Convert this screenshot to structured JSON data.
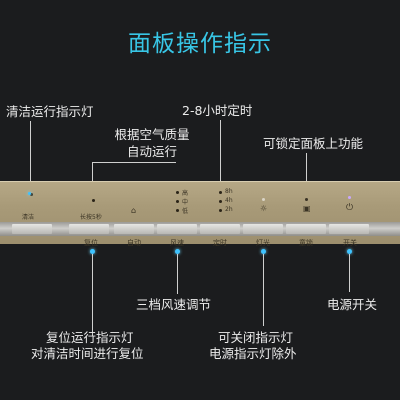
{
  "title": "面板操作指示",
  "callouts": {
    "clean_indicator": "清洁运行指示灯",
    "auto_quality_1": "根据空气质量",
    "auto_quality_2": "自动运行",
    "timer": "2-8小时定时",
    "lock": "可锁定面板上功能",
    "fan_speed": "三档风速调节",
    "reset_1": "复位运行指示灯",
    "reset_2": "对清洁时间进行复位",
    "light_1": "可关闭指示灯",
    "light_2": "电源指示灯除外",
    "power": "电源开关"
  },
  "panel": {
    "clean_label": "清洁",
    "hold_label": "长按5秒",
    "speed_high": "高",
    "speed_mid": "中",
    "speed_low": "低",
    "timer_8h": "8h",
    "timer_4h": "4h",
    "timer_2h": "2h",
    "buttons": [
      "复位",
      "自动",
      "风速",
      "定时",
      "灯光",
      "童锁",
      "开关"
    ]
  },
  "icons": {
    "auto": "air-quality-icon",
    "light": "light-icon",
    "lock": "lock-icon",
    "power": "power-icon"
  },
  "colors": {
    "title": "#38c6e6",
    "indicator": "#3ec3ff"
  }
}
